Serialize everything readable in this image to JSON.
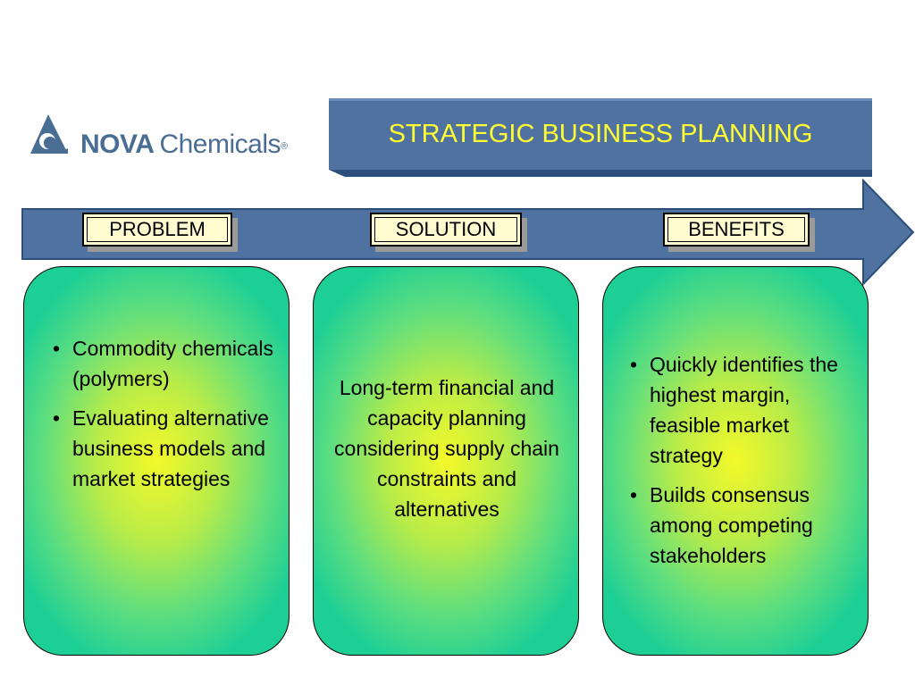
{
  "logo": {
    "brand_bold": "NOVA",
    "brand_regular": "Chemicals",
    "registered": "®",
    "color": "#4a6d93"
  },
  "title": {
    "text": "STRATEGIC BUSINESS PLANNING",
    "text_color": "#ffff33",
    "banner_color": "#4f72a0"
  },
  "arrow": {
    "color": "#4f72a0"
  },
  "stages": [
    {
      "label": "PROBLEM"
    },
    {
      "label": "SOLUTION"
    },
    {
      "label": "BENEFITS"
    }
  ],
  "panels": {
    "problem": {
      "bullets": [
        "Commodity chemicals (polymers)",
        "Evaluating alternative business models and market strategies"
      ]
    },
    "solution": {
      "text": "Long-term financial and capacity planning considering supply chain constraints and alternatives"
    },
    "benefits": {
      "bullets": [
        "Quickly identifies the highest margin, feasible market strategy",
        "Builds consensus among competing stakeholders"
      ]
    }
  }
}
